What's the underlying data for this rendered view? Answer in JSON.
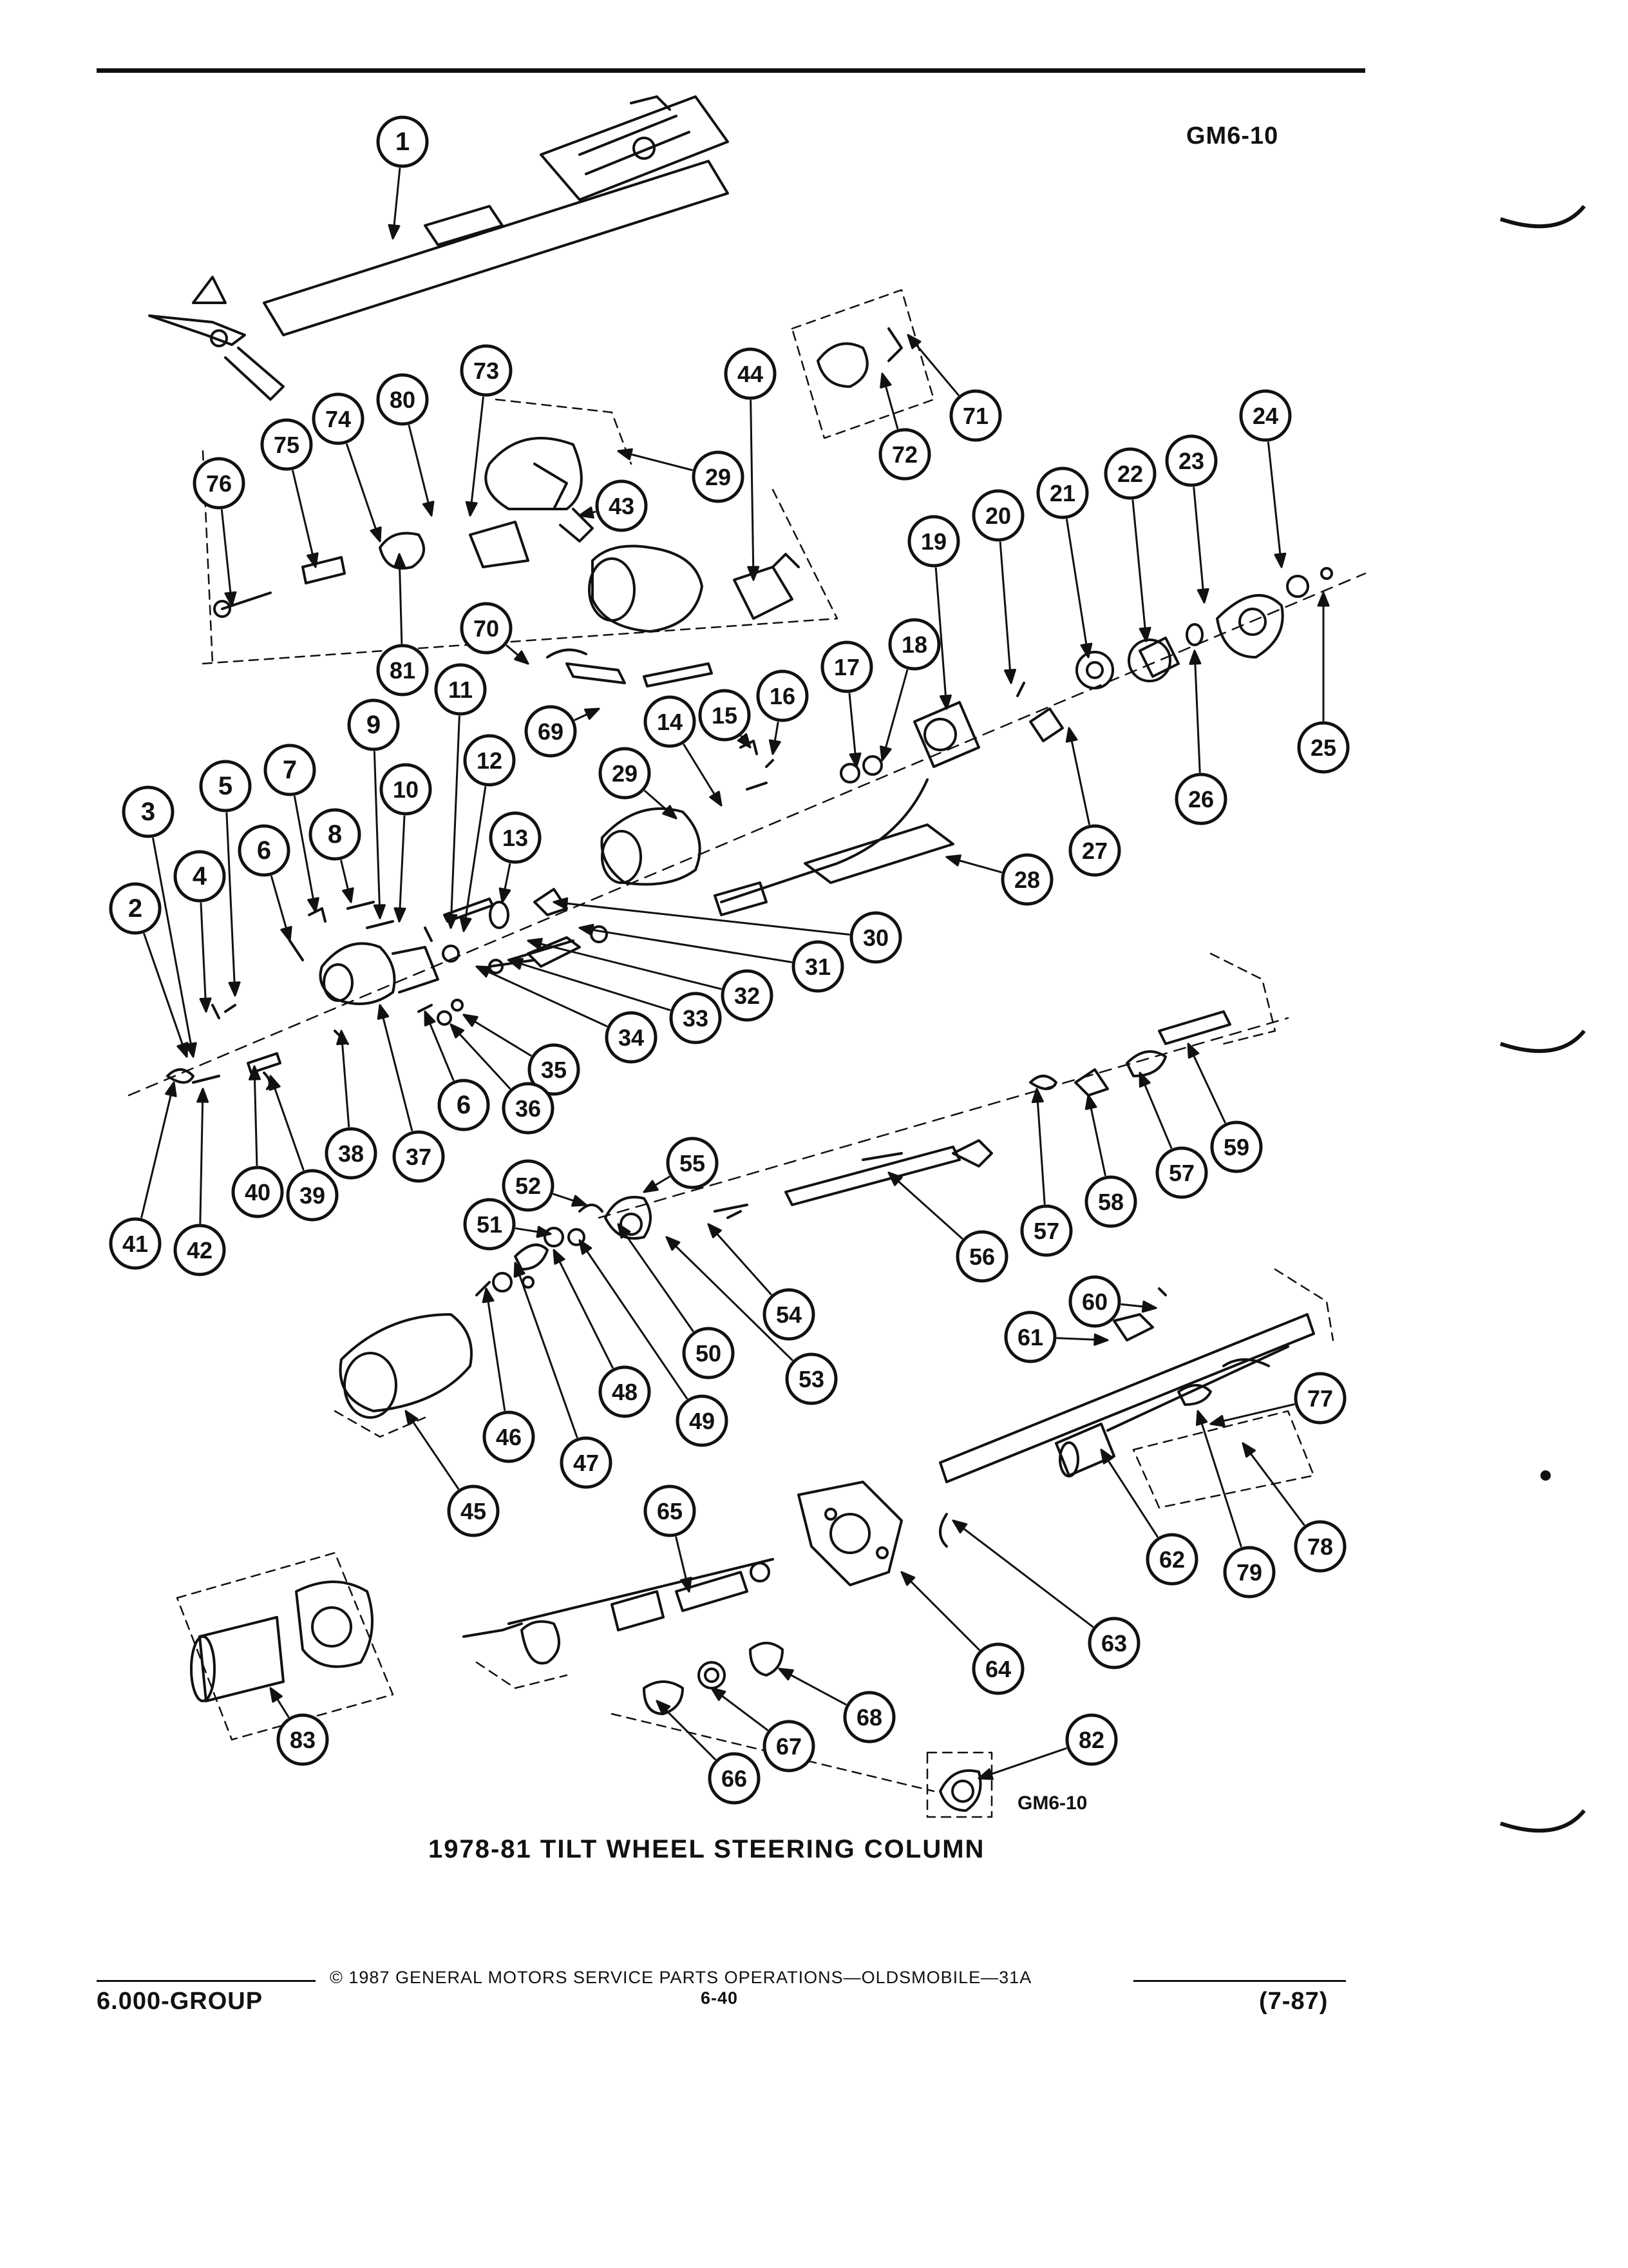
{
  "figure_code": "GM6-10",
  "inset_code": "GM6-10",
  "title": "1978-81 TILT WHEEL STEERING COLUMN",
  "footer": {
    "copyright": "© 1987 GENERAL MOTORS SERVICE PARTS OPERATIONS—OLDSMOBILE—31A",
    "group": "6.000-GROUP",
    "page": "6-40",
    "date": "(7-87)"
  },
  "callouts": [
    "1",
    "2",
    "3",
    "4",
    "5",
    "6",
    "6",
    "7",
    "8",
    "9",
    "10",
    "11",
    "12",
    "13",
    "14",
    "15",
    "16",
    "17",
    "18",
    "19",
    "20",
    "21",
    "22",
    "23",
    "24",
    "25",
    "26",
    "27",
    "28",
    "29",
    "29",
    "30",
    "31",
    "32",
    "33",
    "34",
    "35",
    "36",
    "37",
    "38",
    "39",
    "40",
    "41",
    "42",
    "43",
    "44",
    "45",
    "46",
    "47",
    "48",
    "49",
    "50",
    "51",
    "52",
    "53",
    "54",
    "55",
    "56",
    "57",
    "57",
    "58",
    "59",
    "60",
    "61",
    "62",
    "63",
    "64",
    "65",
    "66",
    "67",
    "68",
    "69",
    "70",
    "71",
    "72",
    "73",
    "74",
    "75",
    "76",
    "77",
    "78",
    "79",
    "80",
    "81",
    "82",
    "83"
  ]
}
